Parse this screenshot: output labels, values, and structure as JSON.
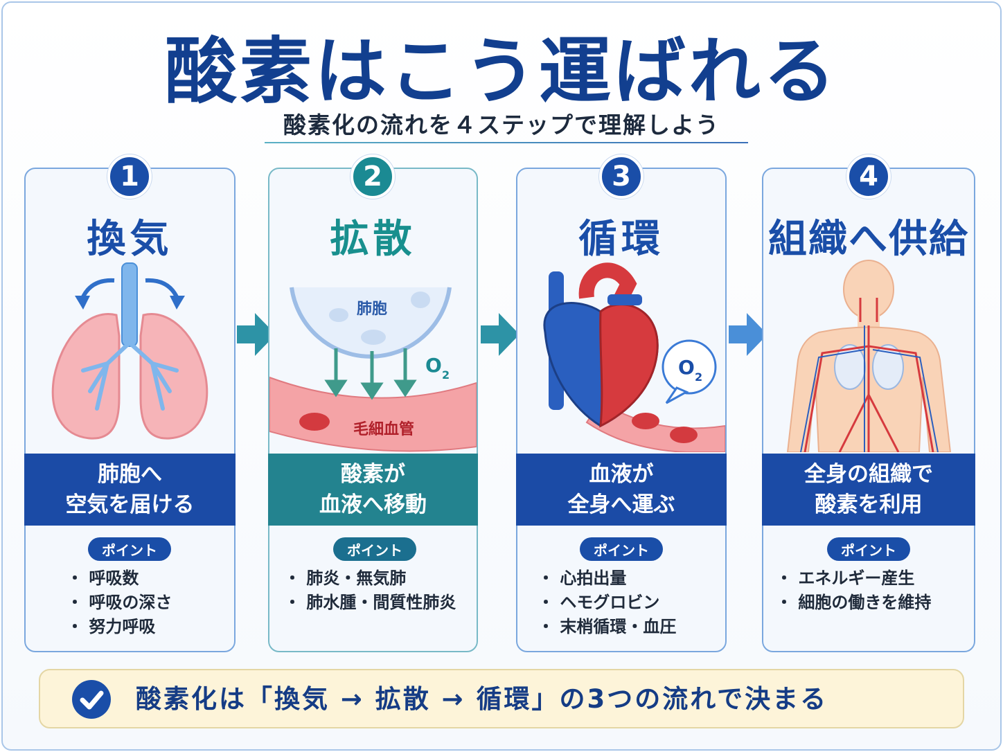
{
  "title": "酸素はこう運ばれる",
  "subtitle": "酸素化の流れを４ステップで理解しよう",
  "point_label": "ポイント",
  "steps": [
    {
      "number": "1",
      "name": "換気",
      "summary_line1": "肺胞へ",
      "summary_line2": "空気を届ける",
      "points": [
        "・ 呼吸数",
        "・ 呼吸の深さ",
        "・ 努力呼吸"
      ]
    },
    {
      "number": "2",
      "name": "拡散",
      "summary_line1": "酸素が",
      "summary_line2": "血液へ移動",
      "points": [
        "・ 肺炎・無気肺",
        "・ 肺水腫・間質性肺炎"
      ]
    },
    {
      "number": "3",
      "name": "循環",
      "summary_line1": "血液が",
      "summary_line2": "全身へ運ぶ",
      "points": [
        "・ 心拍出量",
        "・ ヘモグロビン",
        "・ 末梢循環・血圧"
      ]
    },
    {
      "number": "4",
      "name": "組織へ供給",
      "summary_line1": "全身の組織で",
      "summary_line2": "酸素を利用",
      "points": [
        "・ エネルギー産生",
        "・ 細胞の働きを維持"
      ]
    }
  ],
  "illustration_labels": {
    "alveolus": "肺胞",
    "o2": "O",
    "o2_sub": "2",
    "capillary": "毛細血管"
  },
  "footer": "酸素化は「換気 → 拡散 → 循環」の3つの流れで決まる",
  "colors": {
    "navy": "#1a4ea8",
    "teal": "#1b8a93",
    "title": "#123f8f",
    "footer_bg": "#fdf4d9"
  }
}
